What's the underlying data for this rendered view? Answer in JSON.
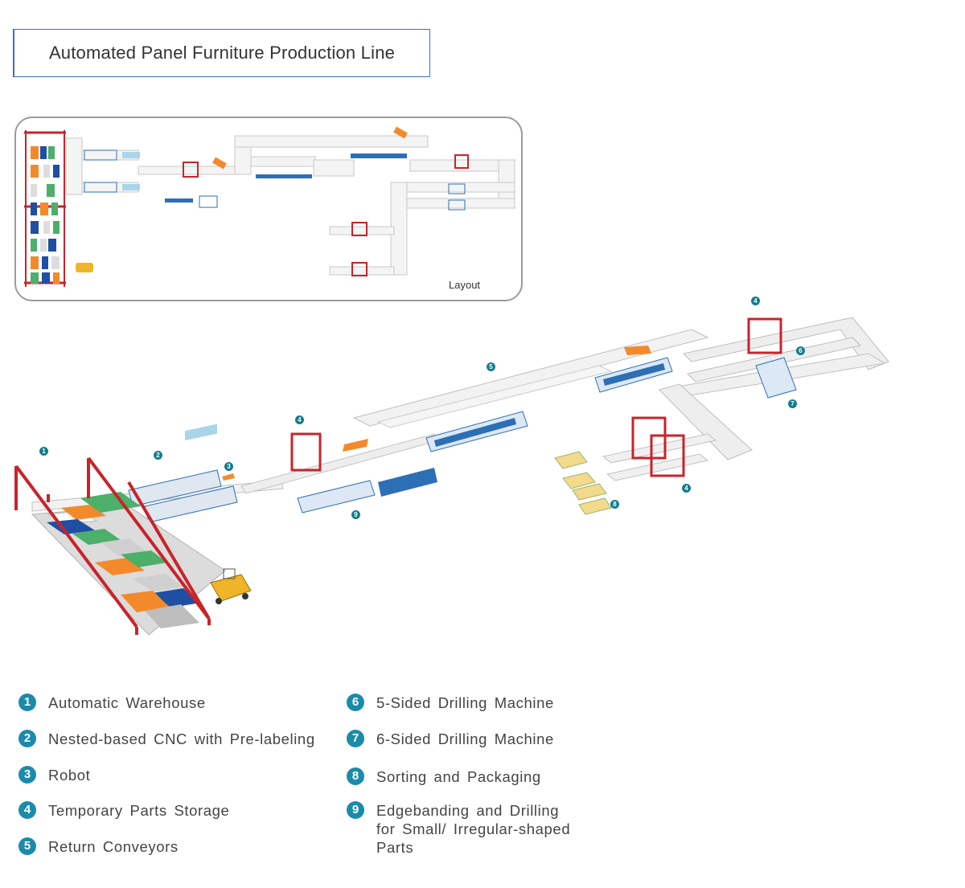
{
  "title": "Automated Panel Furniture Production Line",
  "layout_label": "Layout",
  "markers": {
    "m1": "1",
    "m2": "2",
    "m3": "3",
    "m4a": "4",
    "m4b": "4",
    "m4c": "4",
    "m5": "5",
    "m6": "6",
    "m7": "7",
    "m8": "8",
    "m9": "9"
  },
  "legend": {
    "left": [
      {
        "num": "1",
        "label": "Automatic Warehouse"
      },
      {
        "num": "2",
        "label": "Nested-based CNC with Pre-labeling"
      },
      {
        "num": "3",
        "label": "Robot"
      },
      {
        "num": "4",
        "label": "Temporary Parts Storage"
      },
      {
        "num": "5",
        "label": "Return Conveyors"
      }
    ],
    "right": [
      {
        "num": "6",
        "label": "5-Sided Drilling Machine"
      },
      {
        "num": "7",
        "label": "6-Sided Drilling Machine"
      },
      {
        "num": "8",
        "label": "Sorting and Packaging"
      },
      {
        "num": "9",
        "label_lines": [
          "Edgebanding and Drilling",
          "for Small/ Irregular-shaped",
          "Parts"
        ]
      }
    ]
  },
  "colors": {
    "accent_blue": "#1a8bab",
    "title_border": "#3b6fc8",
    "rack_red": "#c9232a",
    "panel_orange": "#f28a2c",
    "panel_green": "#4caf6a",
    "panel_blue": "#1e4fa3",
    "machine_blue": "#2d6fb5"
  }
}
